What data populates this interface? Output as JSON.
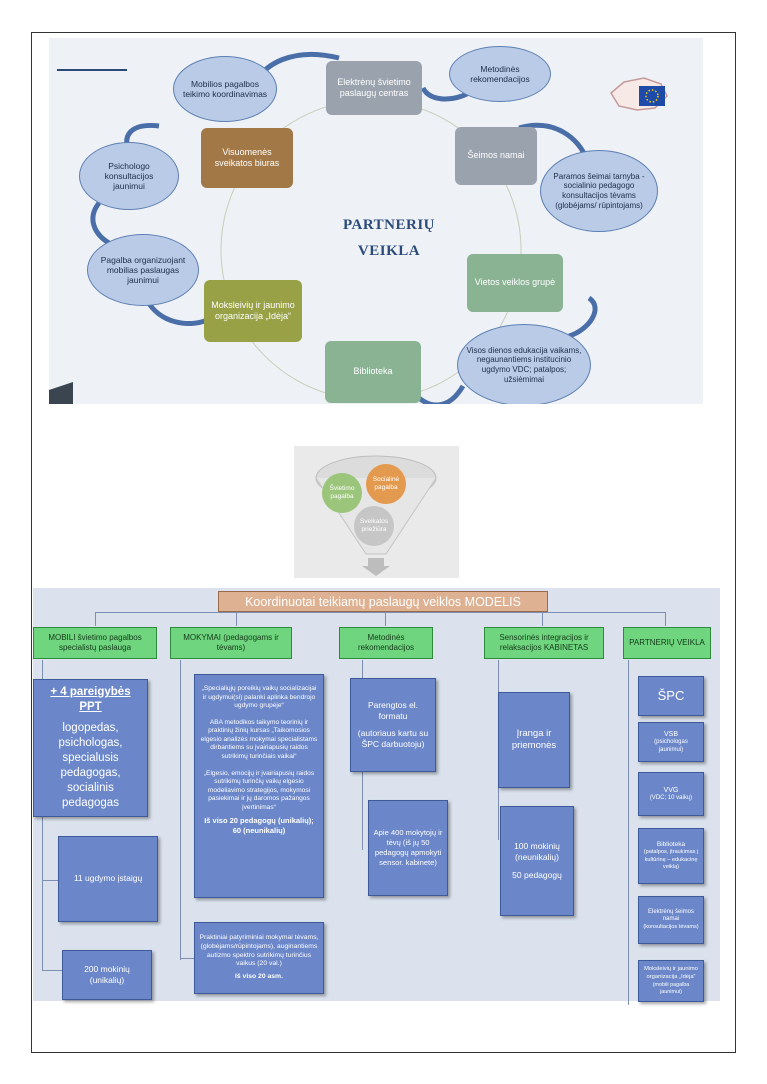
{
  "partner_diagram": {
    "title_line1": "PARTNERIŲ",
    "title_line2": "VEIKLA",
    "nodes": [
      {
        "id": "mobilios",
        "label": "Mobilios pagalbos teikimo koordinavimas"
      },
      {
        "id": "svietimo_centras",
        "label": "Elektrėnų švietimo paslaugų centras"
      },
      {
        "id": "metodines",
        "label": "Metodinės rekomendacijos"
      },
      {
        "id": "visuomenes",
        "label": "Visuomenės sveikatos biuras"
      },
      {
        "id": "seimos_namai",
        "label": "Šeimos namai"
      },
      {
        "id": "paramos",
        "label": "Paramos šeimai tarnyba -socialinio pedagogo konsultacijos tėvams (globėjams/ rūpintojams)"
      },
      {
        "id": "psichologo",
        "label": "Psichologo konsultacijos jaunimui"
      },
      {
        "id": "pagalba",
        "label": "Pagalba organizuojant mobilias paslaugas jaunimui"
      },
      {
        "id": "vietos",
        "label": "Vietos veiklos grupė"
      },
      {
        "id": "moksleiviu",
        "label": "Moksleivių ir jaunimo organizacija „Idėja“"
      },
      {
        "id": "biblioteka",
        "label": "Biblioteka"
      },
      {
        "id": "visos_dienos",
        "label": "Visos dienos edukacija vaikams, negaunantiems institucinio ugdymo VDC; patalpos; užsiėmimai"
      }
    ]
  },
  "funnel": {
    "items": [
      "Švietimo pagalba",
      "Socialinė pagalba",
      "Sveikatos priežiūra"
    ]
  },
  "model": {
    "title": "Koordinuotai teikiamų paslaugų veiklos MODELIS",
    "columns": [
      {
        "header": "MOBILI švietimo pagalbos specialistų paslauga"
      },
      {
        "header": "MOKYMAI (pedagogams ir tėvams)"
      },
      {
        "header": "Metodinės rekomendacijos"
      },
      {
        "header": "Sensorinės integracijos ir relaksacijos KABINETAS"
      },
      {
        "header": "PARTNERIŲ VEIKLA"
      }
    ],
    "col1": {
      "box1_title": "+ 4 pareigybės PPT",
      "box1_lines": [
        "logopedas,",
        "psichologas,",
        "specialusis pedagogas,",
        "socialinis pedagogas"
      ],
      "box2": "11 ugdymo įstaigų",
      "box3_line1": "200 mokinių",
      "box3_line2": "(unikalių)"
    },
    "col2": {
      "box1_p1": "„Specialiųjų poreikių vaikų socializacijai ir ugdymui(si) palanki aplinka bendrojo ugdymo grupėje“",
      "box1_p2": "ABA metodikos taikymo teorinių ir praktinių žinių kursas „Taikomosios elgesio analizės mokymai specialistams dirbantiems su įvairiapusių raidos sutrikimų turinčiais vaikai“",
      "box1_p3": "„Elgesio, emocijų ir įvairiapusių raidos sutrikimų turinčių vaikų elgesio modeliavimo strategijos, mokymosi pasiekimai ir jų daromos pažangos įvertinimas“",
      "box1_total": "Iš viso 20 pedagogų (unikalių); 60 (neunikalių)",
      "box2_p1": "Praktiniai patyriminiai mokymai tėvams, (globėjams/rūpintojams), auginantiems autizmo spektro sutrikimų turinčius vaikus (20 val.)",
      "box2_total": "Iš viso 20 asm."
    },
    "col3": {
      "box1_line1": "Parengtos el. formatu",
      "box1_line2": "(autoriaus kartu su ŠPC darbuotoju)",
      "box2": "Apie 400 mokytojų ir tėvų (iš jų 50 pedagogų apmokyti sensor. kabinete)"
    },
    "col4": {
      "box1": "Įranga ir priemonės",
      "box2_line1": "100 mokinių (neunikalių)",
      "box2_line2": "50 pedagogų"
    },
    "col5": {
      "items": [
        {
          "title": "ŠPC",
          "sub": ""
        },
        {
          "title": "VSB",
          "sub": "(psichologas jaunimui)"
        },
        {
          "title": "VVG",
          "sub": "(VDC; 10 vaikų)"
        },
        {
          "title": "Biblioteka",
          "sub": "(patalpos, įtraukimas į kultūrinę – edukacinę veiklą)"
        },
        {
          "title": "Elektrėnų šeimos namai",
          "sub": "(konsultacijos tėvams)"
        },
        {
          "title": "Moksleivių ir jaunimo organizacija „Idėja“",
          "sub": "(mobili pagalba jaunimui)"
        }
      ]
    }
  }
}
